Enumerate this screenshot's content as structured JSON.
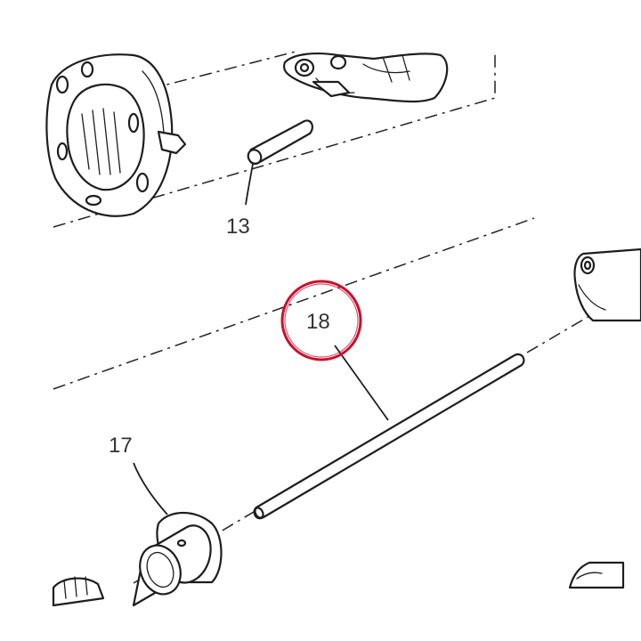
{
  "callouts": {
    "part_13": "13",
    "part_17": "17",
    "part_18": "18"
  },
  "highlight": {
    "target": "18",
    "color": "#c8102e"
  }
}
